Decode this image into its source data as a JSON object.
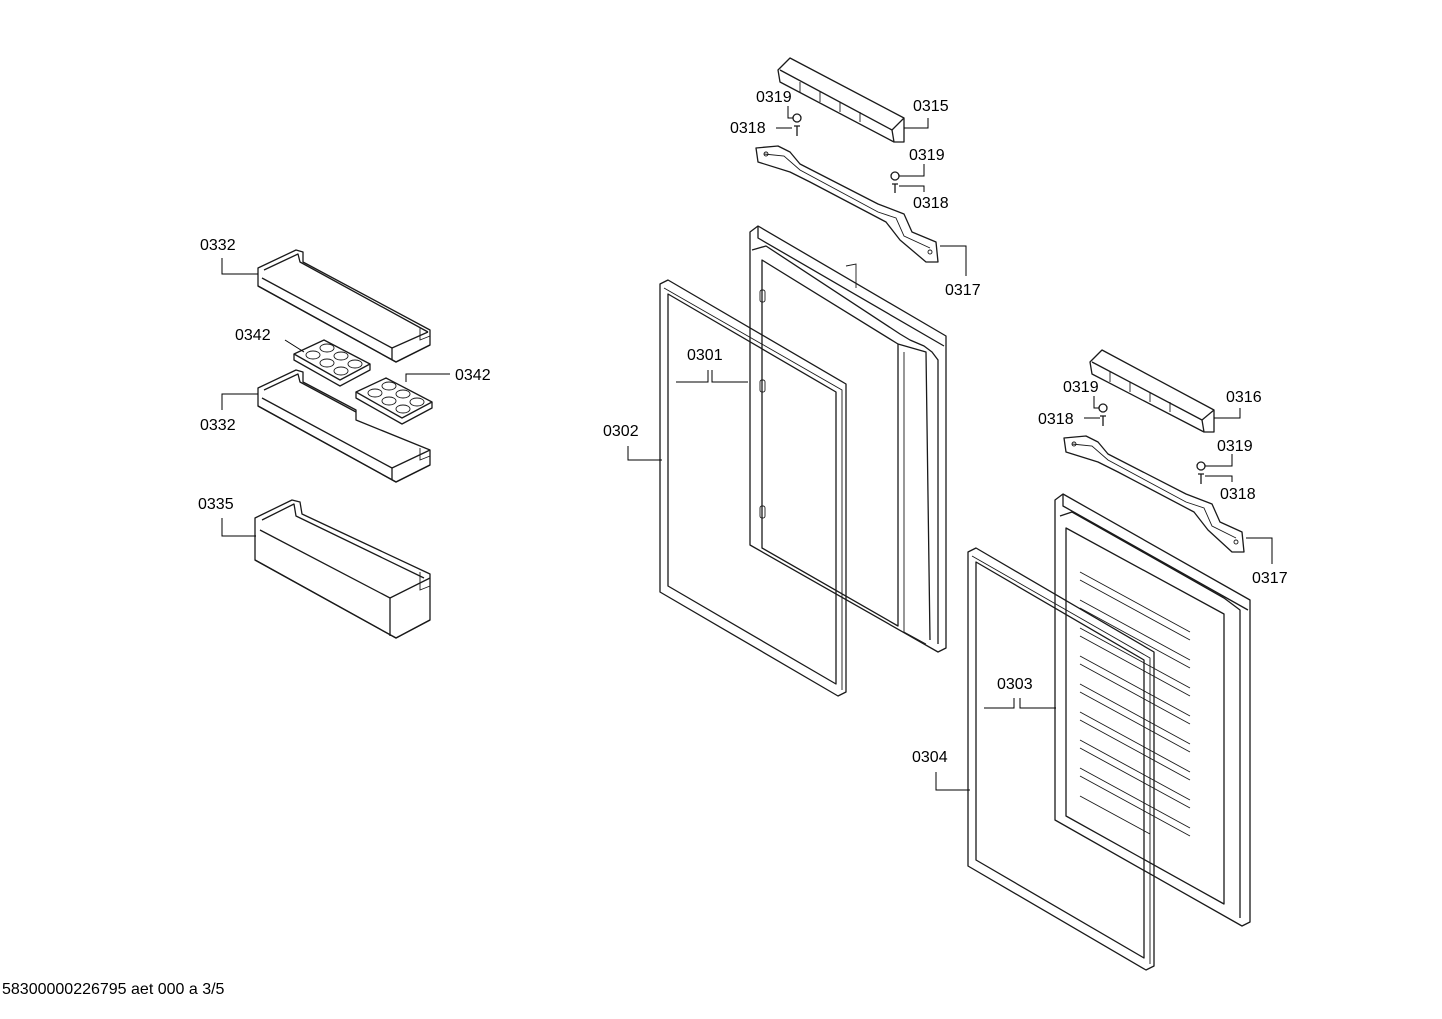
{
  "footer_text": "58300000226795 aet 000 a 3/5",
  "labels": {
    "l0315": "0315",
    "l0319a": "0319",
    "l0318a": "0318",
    "l0319b": "0319",
    "l0318b": "0318",
    "l0317a": "0317",
    "l0301": "0301",
    "l0302": "0302",
    "l0316": "0316",
    "l0319c": "0319",
    "l0318c": "0318",
    "l0319d": "0319",
    "l0318d": "0318",
    "l0317b": "0317",
    "l0303": "0303",
    "l0304": "0304",
    "l0332a": "0332",
    "l0342a": "0342",
    "l0342b": "0342",
    "l0332b": "0332",
    "l0335": "0335"
  }
}
